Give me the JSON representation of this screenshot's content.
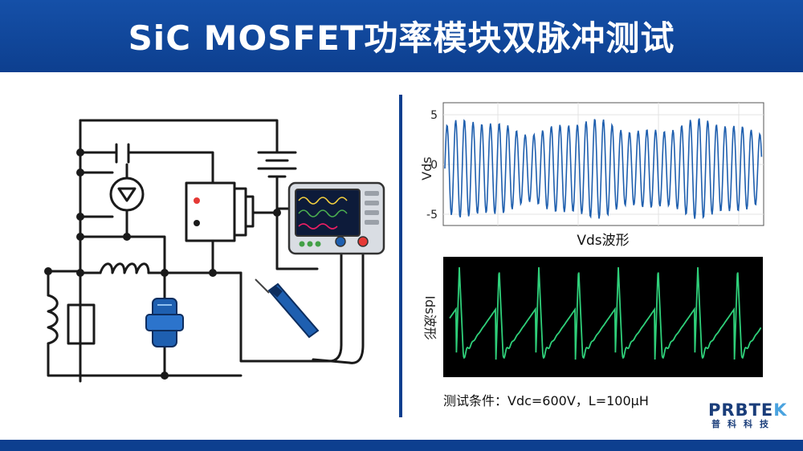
{
  "header": {
    "title": "SiC MOSFET功率模块双脉冲测试"
  },
  "vds": {
    "ylabel": "Vds",
    "caption": "Vds波形",
    "yticks": [
      "5",
      "0",
      "-5"
    ],
    "ylim": [
      -6,
      6.5
    ],
    "waveform_color": "#1f5fae"
  },
  "ids": {
    "ylabel": "Ids波形",
    "waveform_color": "#2fd07a",
    "background": "#000000"
  },
  "test_conditions": "测试条件：Vdc=600V，L=100μH",
  "logo": {
    "name_main": "PRBTE",
    "name_accent": "K",
    "subtitle": "普科科技"
  },
  "colors": {
    "header": "#0d3f8f",
    "probe": "#1e5fb0",
    "accent_red": "#e53935"
  }
}
